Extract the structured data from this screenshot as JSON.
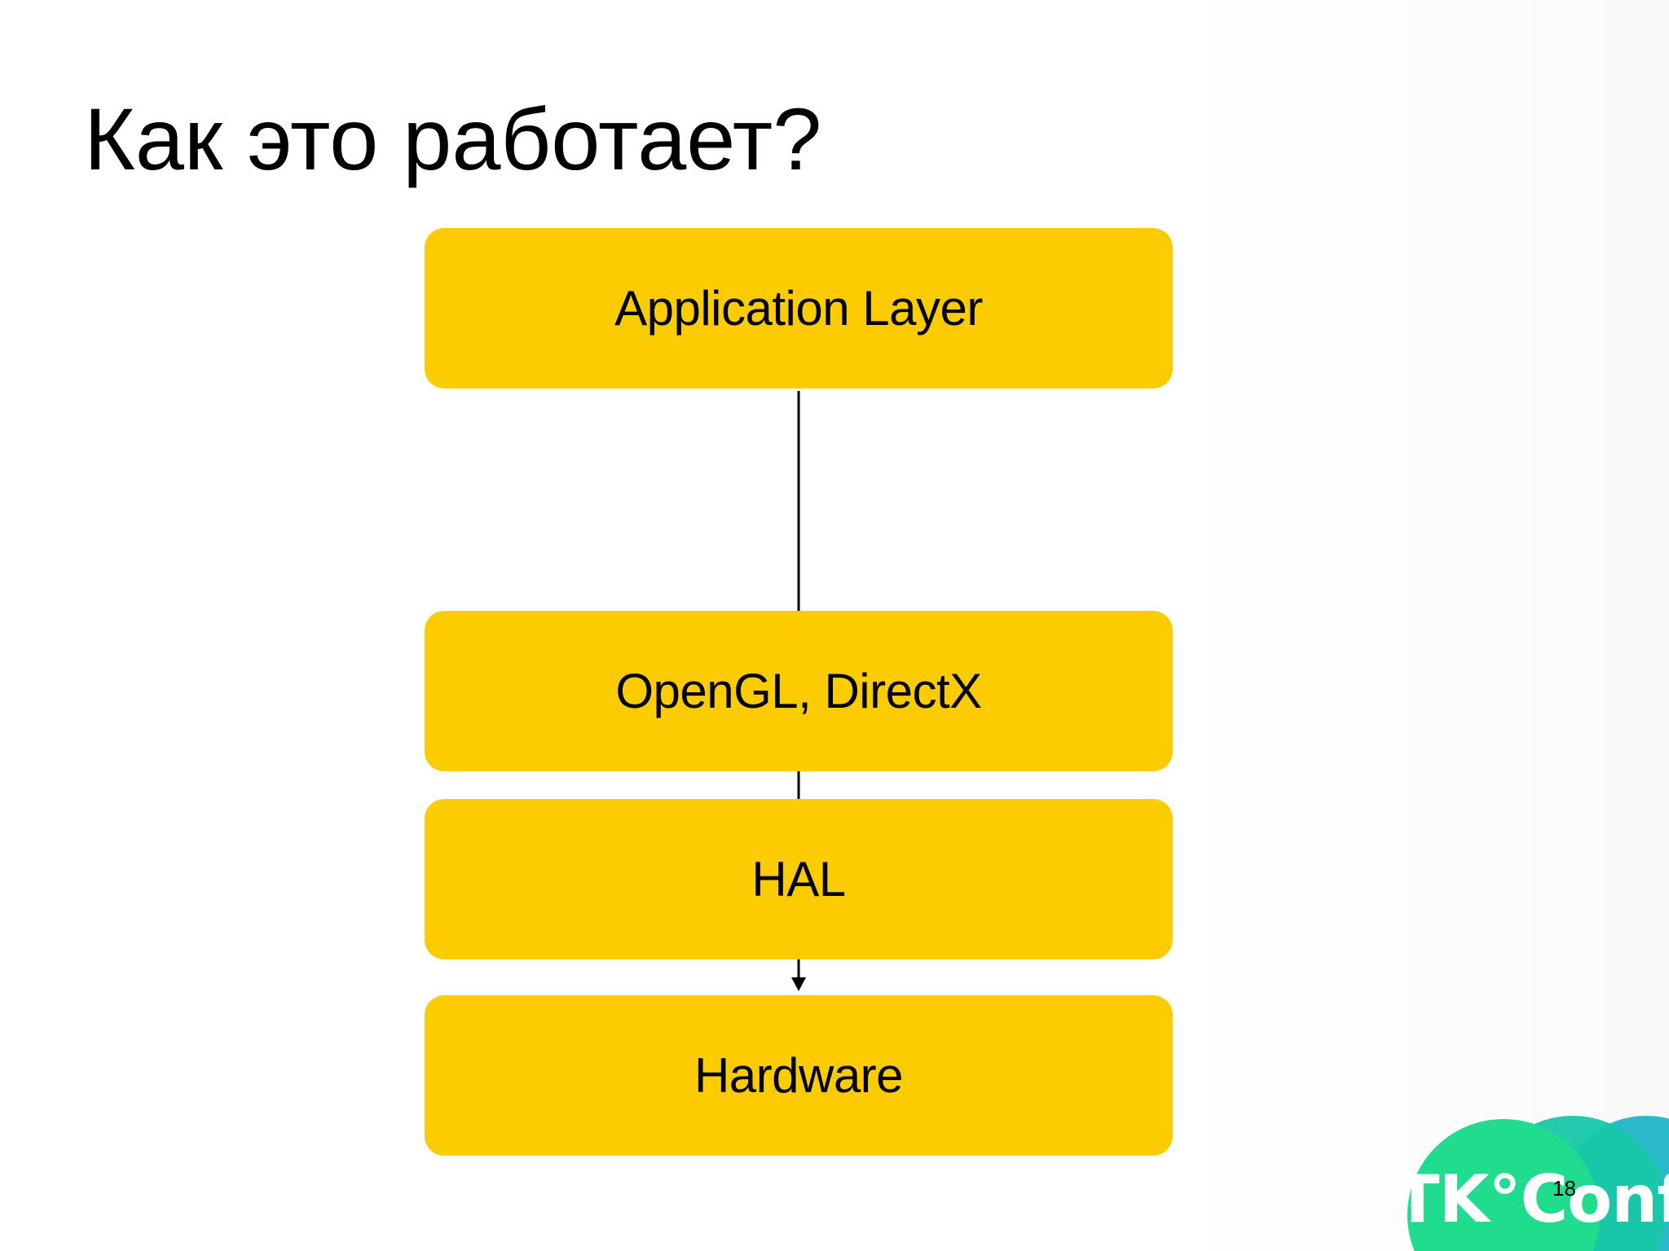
{
  "slide": {
    "title": "Как это работает?",
    "page_number": "18"
  },
  "diagram": {
    "layers": [
      {
        "label": "Application Layer"
      },
      {
        "label": "OpenGL, DirectX"
      },
      {
        "label": "HAL"
      },
      {
        "label": "Hardware"
      }
    ],
    "connector": {
      "from": "Application Layer",
      "to": "Hardware",
      "arrow": "down"
    }
  },
  "logo": {
    "text": "TK°Conf",
    "colors": [
      "#1fdc8f",
      "#17c7a8",
      "#14b3c3"
    ]
  },
  "colors": {
    "layer_fill": "#fccc02",
    "text": "#000000",
    "background": "#ffffff"
  }
}
